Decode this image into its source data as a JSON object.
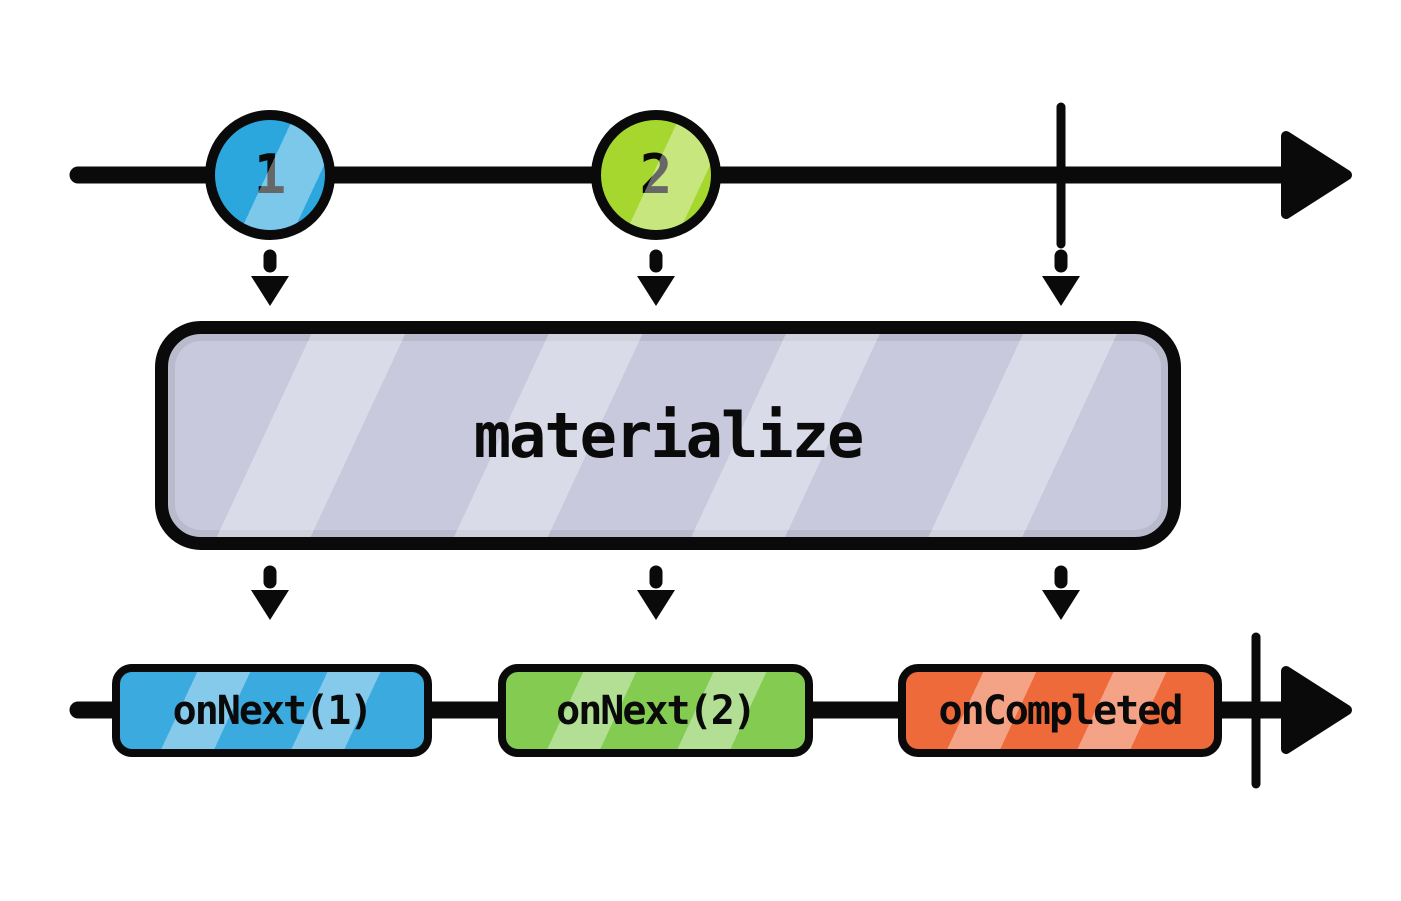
{
  "diagram": {
    "operator": {
      "label": "materialize",
      "fill": "#C8C9DC"
    },
    "source_timeline": {
      "marbles": [
        {
          "label": "1",
          "color": "#2BA7DE"
        },
        {
          "label": "2",
          "color": "#A5D72F"
        }
      ],
      "completion": "vertical-tick"
    },
    "output_timeline": {
      "events": [
        {
          "label": "onNext(1)",
          "color": "#3BAADF"
        },
        {
          "label": "onNext(2)",
          "color": "#83CB51"
        },
        {
          "label": "onCompleted",
          "color": "#EE6A3B"
        }
      ],
      "completion": "vertical-tick"
    },
    "icons": {
      "timeline_arrowhead": "right-triangle",
      "emission_arrow": "dashed-down-arrow",
      "completion_marker": "vertical-tick"
    },
    "colors": {
      "stroke": "#0a0a0a",
      "background": "#ffffff"
    }
  }
}
